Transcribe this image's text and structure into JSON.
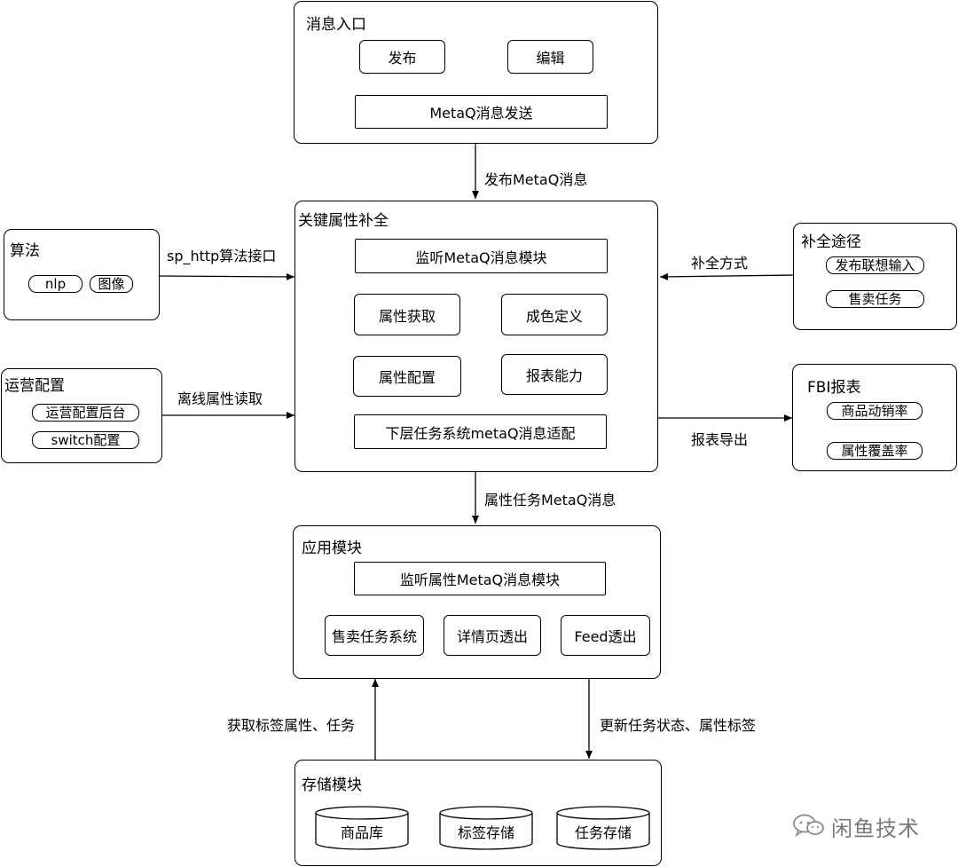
{
  "message_entry": {
    "title": "消息入口",
    "publish": "发布",
    "edit": "编辑",
    "metaq_send": "MetaQ消息发送"
  },
  "key_attr": {
    "title": "关键属性补全",
    "listen_metaq": "监听MetaQ消息模块",
    "attr_fetch": "属性获取",
    "color_def": "成色定义",
    "attr_config": "属性配置",
    "report_ability": "报表能力",
    "lower_task_adapter": "下层任务系统metaQ消息适配"
  },
  "algorithm": {
    "title": "算法",
    "items": [
      "nlp",
      "图像"
    ]
  },
  "ops_config": {
    "title": "运营配置",
    "items": [
      "运营配置后台",
      "switch配置"
    ]
  },
  "completion_path": {
    "title": "补全途径",
    "items": [
      "发布联想输入",
      "售卖任务"
    ]
  },
  "fbi_report": {
    "title": "FBI报表",
    "items": [
      "商品动销率",
      "属性覆盖率"
    ]
  },
  "app_module": {
    "title": "应用模块",
    "listen_attr_metaq": "监听属性MetaQ消息模块",
    "items": [
      "售卖任务系统",
      "详情页透出",
      "Feed透出"
    ]
  },
  "storage_module": {
    "title": "存储模块",
    "items": [
      "商品库",
      "标签存储",
      "任务存储"
    ]
  },
  "edges": {
    "publish_metaq": "发布MetaQ消息",
    "sp_http": "sp_http算法接口",
    "offline_read": "离线属性读取",
    "completion_method": "补全方式",
    "report_export": "报表导出",
    "attr_task_metaq": "属性任务MetaQ消息",
    "fetch_tags": "获取标签属性、任务",
    "update_status": "更新任务状态、属性标签"
  },
  "watermark": {
    "text": "闲鱼技术",
    "icon": "wechat-icon"
  }
}
